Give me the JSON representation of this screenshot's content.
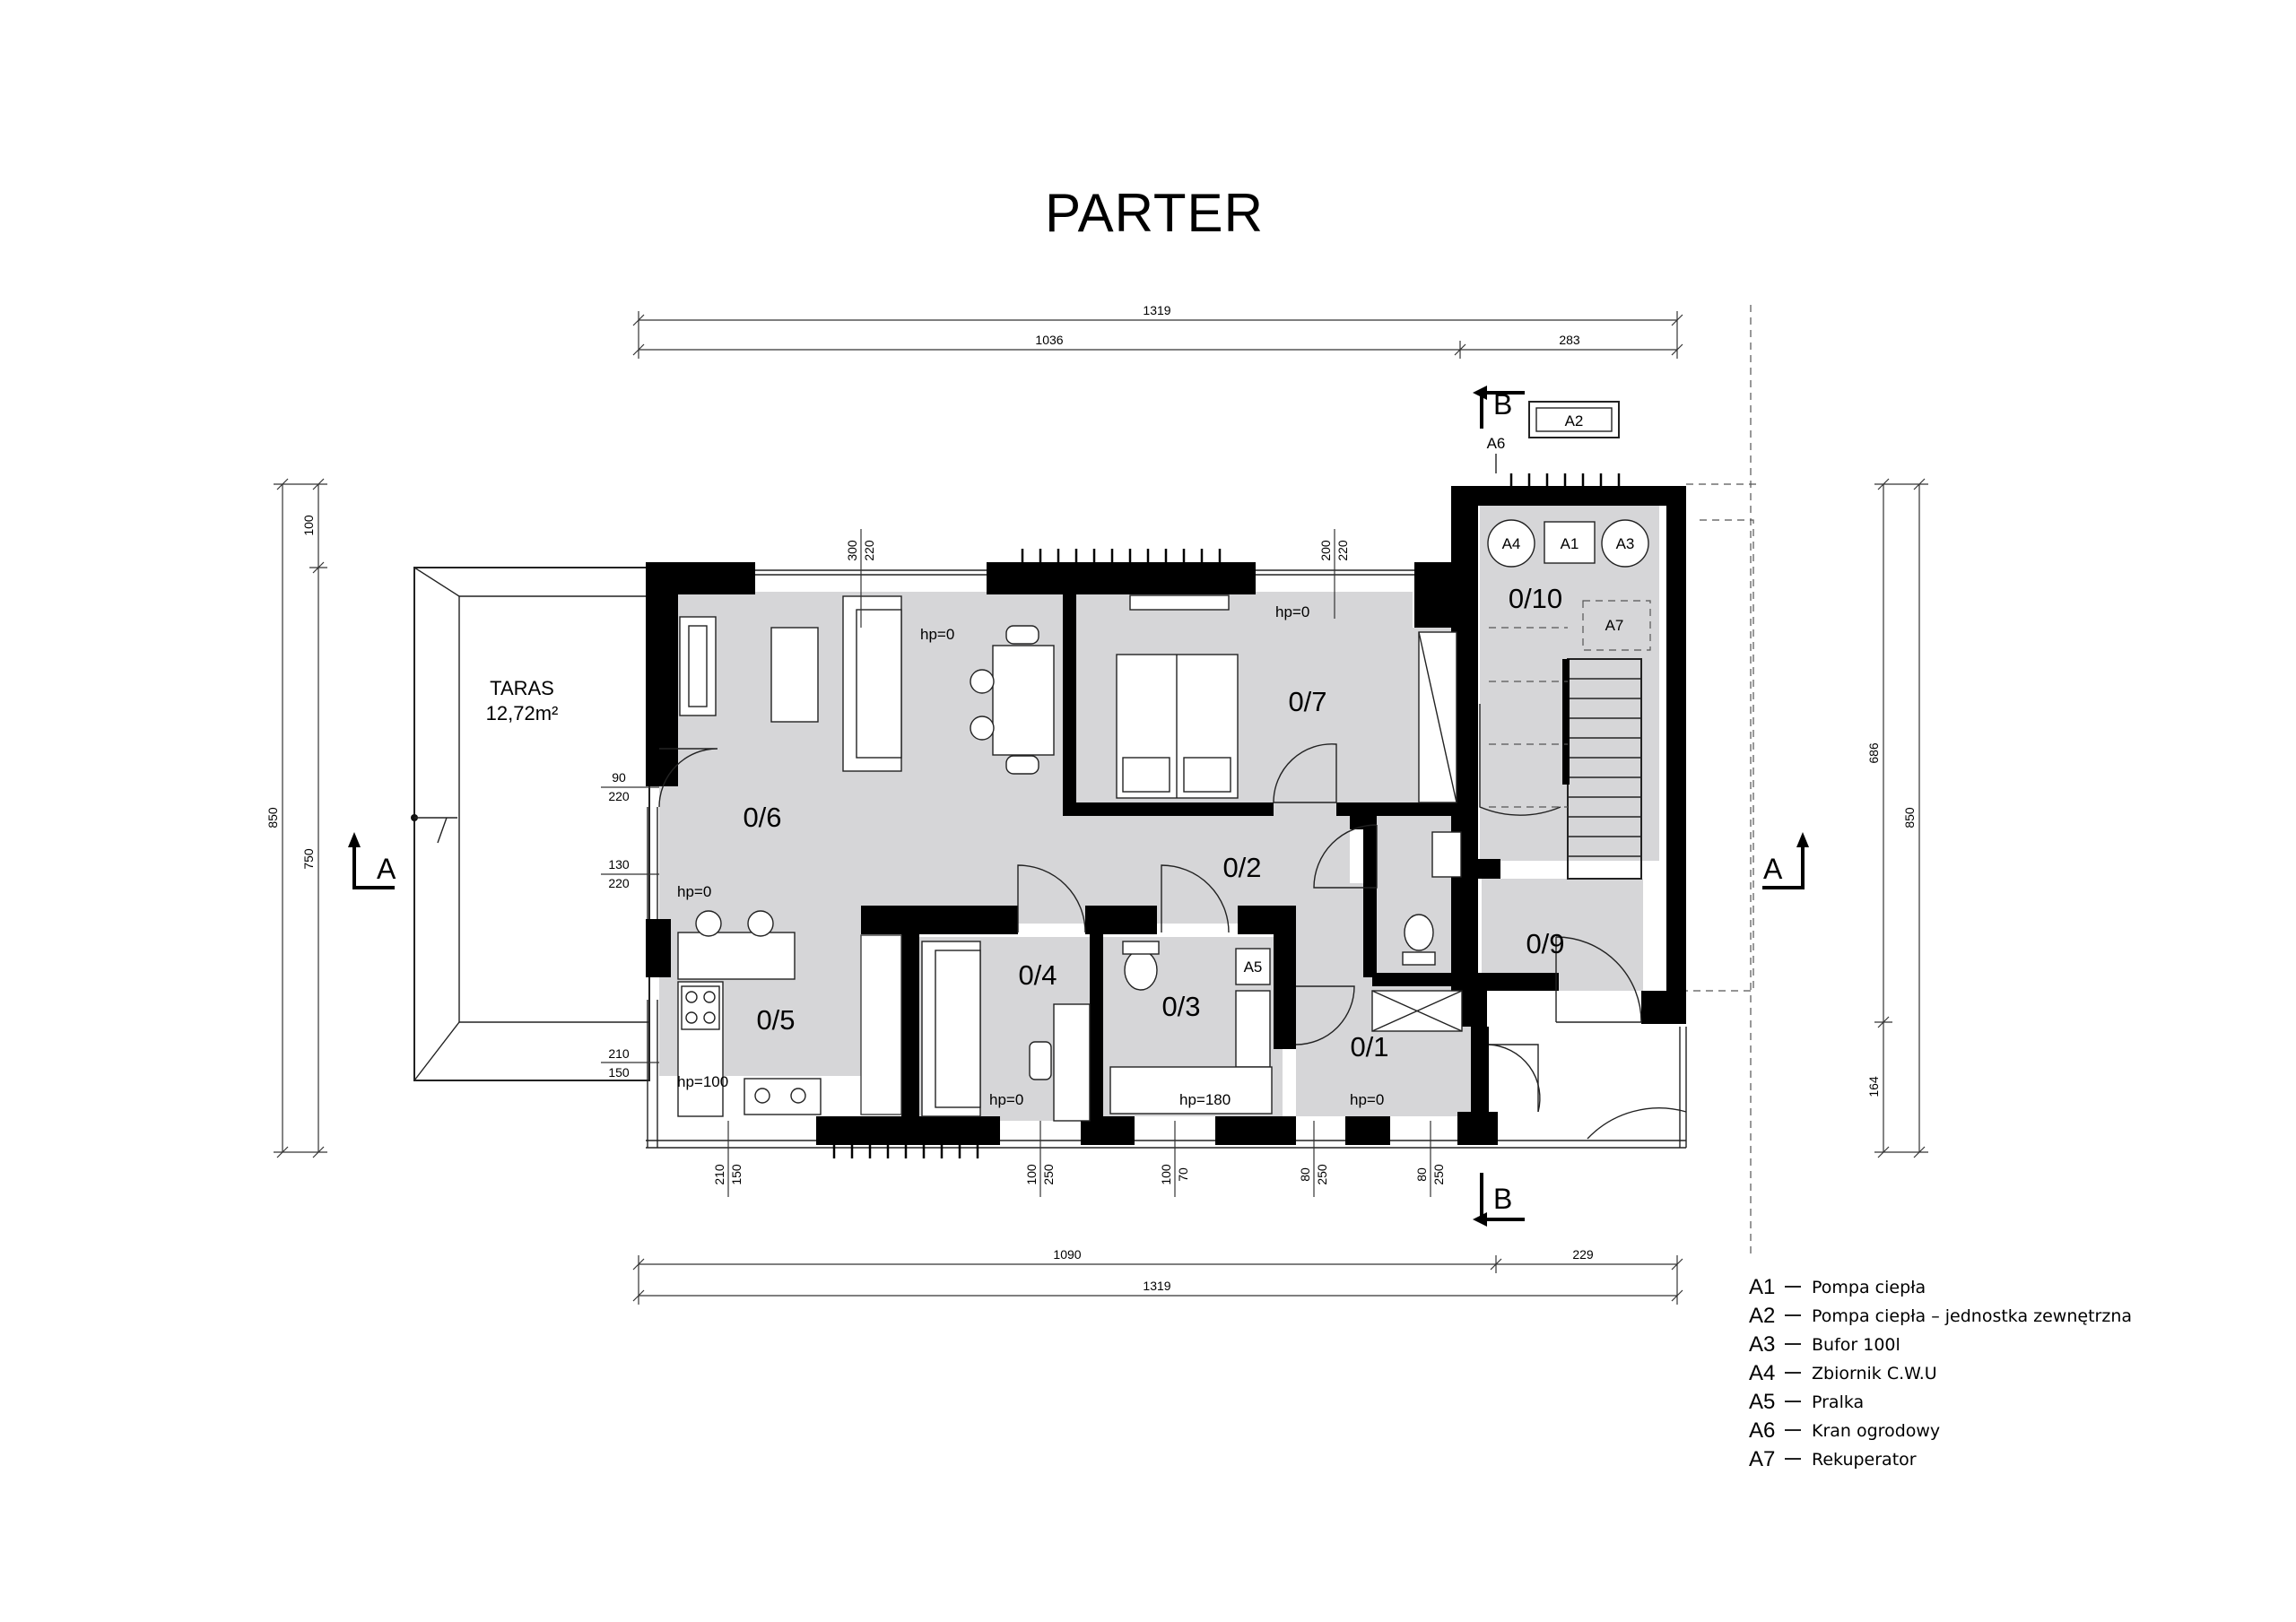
{
  "title": "PARTER",
  "rooms": [
    {
      "id": "0/1",
      "label": "0/1"
    },
    {
      "id": "0/2",
      "label": "0/2"
    },
    {
      "id": "0/3",
      "label": "0/3"
    },
    {
      "id": "0/4",
      "label": "0/4"
    },
    {
      "id": "0/5",
      "label": "0/5"
    },
    {
      "id": "0/6",
      "label": "0/6"
    },
    {
      "id": "0/7",
      "label": "0/7"
    },
    {
      "id": "0/9",
      "label": "0/9"
    },
    {
      "id": "0/10",
      "label": "0/10"
    }
  ],
  "terrace": {
    "name": "TARAS",
    "area": "12,72m²"
  },
  "hp_labels": [
    "hp=0",
    "hp=0",
    "hp=0",
    "hp=100",
    "hp=0",
    "hp=180",
    "hp=0"
  ],
  "section_marks": {
    "a": "A",
    "b": "B"
  },
  "equipment_tags": [
    "A1",
    "A2",
    "A3",
    "A4",
    "A5",
    "A6",
    "A7"
  ],
  "dimensions": {
    "top_total": "1319",
    "top_left": "1036",
    "top_right": "283",
    "bottom_left": "1090",
    "bottom_right": "229",
    "bottom_total": "1319",
    "left_outer": "850",
    "left_top": "100",
    "left_main": "750",
    "right_outer": "850",
    "right_main": "686",
    "right_bottom": "164",
    "openings": {
      "top_window_1_w": "300",
      "top_window_1_h": "220",
      "top_window_2_w": "200",
      "top_window_2_h": "220",
      "left_door_w": "90",
      "left_door_h": "220",
      "left_window_w": "130",
      "left_window_h": "220",
      "left_low_w": "210",
      "left_low_h": "150",
      "bottom_1_w": "210",
      "bottom_1_h": "150",
      "bottom_2_w": "100",
      "bottom_2_h": "250",
      "bottom_3_w": "100",
      "bottom_3_h": "70",
      "bottom_4_w": "80",
      "bottom_4_h": "250",
      "bottom_5_w": "80",
      "bottom_5_h": "250"
    }
  },
  "legend": [
    {
      "code": "A1",
      "desc": "Pompa ciepła"
    },
    {
      "code": "A2",
      "desc": "Pompa ciepła – jednostka zewnętrzna"
    },
    {
      "code": "A3",
      "desc": "Bufor 100l"
    },
    {
      "code": "A4",
      "desc": "Zbiornik C.W.U"
    },
    {
      "code": "A5",
      "desc": "Pralka"
    },
    {
      "code": "A6",
      "desc": "Kran ogrodowy"
    },
    {
      "code": "A7",
      "desc": "Rekuperator"
    }
  ],
  "colors": {
    "wall": "#000000",
    "floor": "#d6d6d8",
    "background": "#ffffff"
  }
}
